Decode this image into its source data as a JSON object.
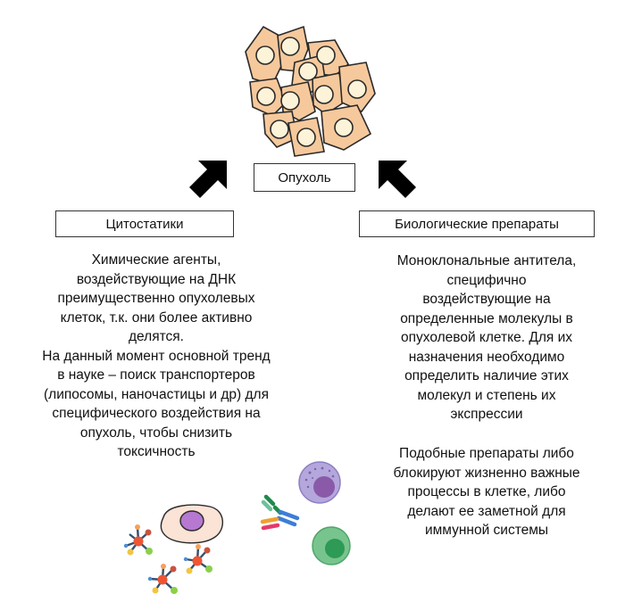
{
  "center": {
    "label": "Опухоль"
  },
  "left": {
    "title": "Цитостатики",
    "description_lines": [
      "Химические агенты,",
      "воздействующие на ДНК",
      "преимущественно опухолевых",
      "клеток, т.к. они более активно",
      "делятся.",
      "На данный момент основной тренд",
      "в науке – поиск транспортеров",
      "(липосомы, наночастицы и др) для",
      "специфического воздействия на",
      "опухоль, чтобы снизить",
      "токсичность"
    ]
  },
  "right": {
    "title": "Биологические препараты",
    "description_lines": [
      "Моноклональные антитела,",
      "специфично",
      "воздействующие на",
      "определенные молекулы в",
      "опухолевой клетке. Для их",
      "назначения необходимо",
      "определить наличие этих",
      "молекул и степень их",
      "экспрессии"
    ],
    "note_lines": [
      "Подобные препараты либо",
      "блокируют жизненно важные",
      "процессы в клетке, либо",
      "делают ее заметной для",
      "иммунной системы"
    ]
  },
  "icons": {
    "tumor": "tumor-cells-cluster",
    "left_arrow": "arrow-up-right",
    "right_arrow": "arrow-up-left",
    "cell": "cell-with-nucleus",
    "molecules": "drug-molecules",
    "antibody": "antibody",
    "immune_cell_purple": "granulocyte",
    "immune_cell_green": "lymphocyte"
  },
  "colors": {
    "cell_fill": "#f6c99c",
    "nucleus_fill": "#fdf3d8",
    "purple_cell": "#a99ad0",
    "green_cell": "#6dc08a"
  }
}
